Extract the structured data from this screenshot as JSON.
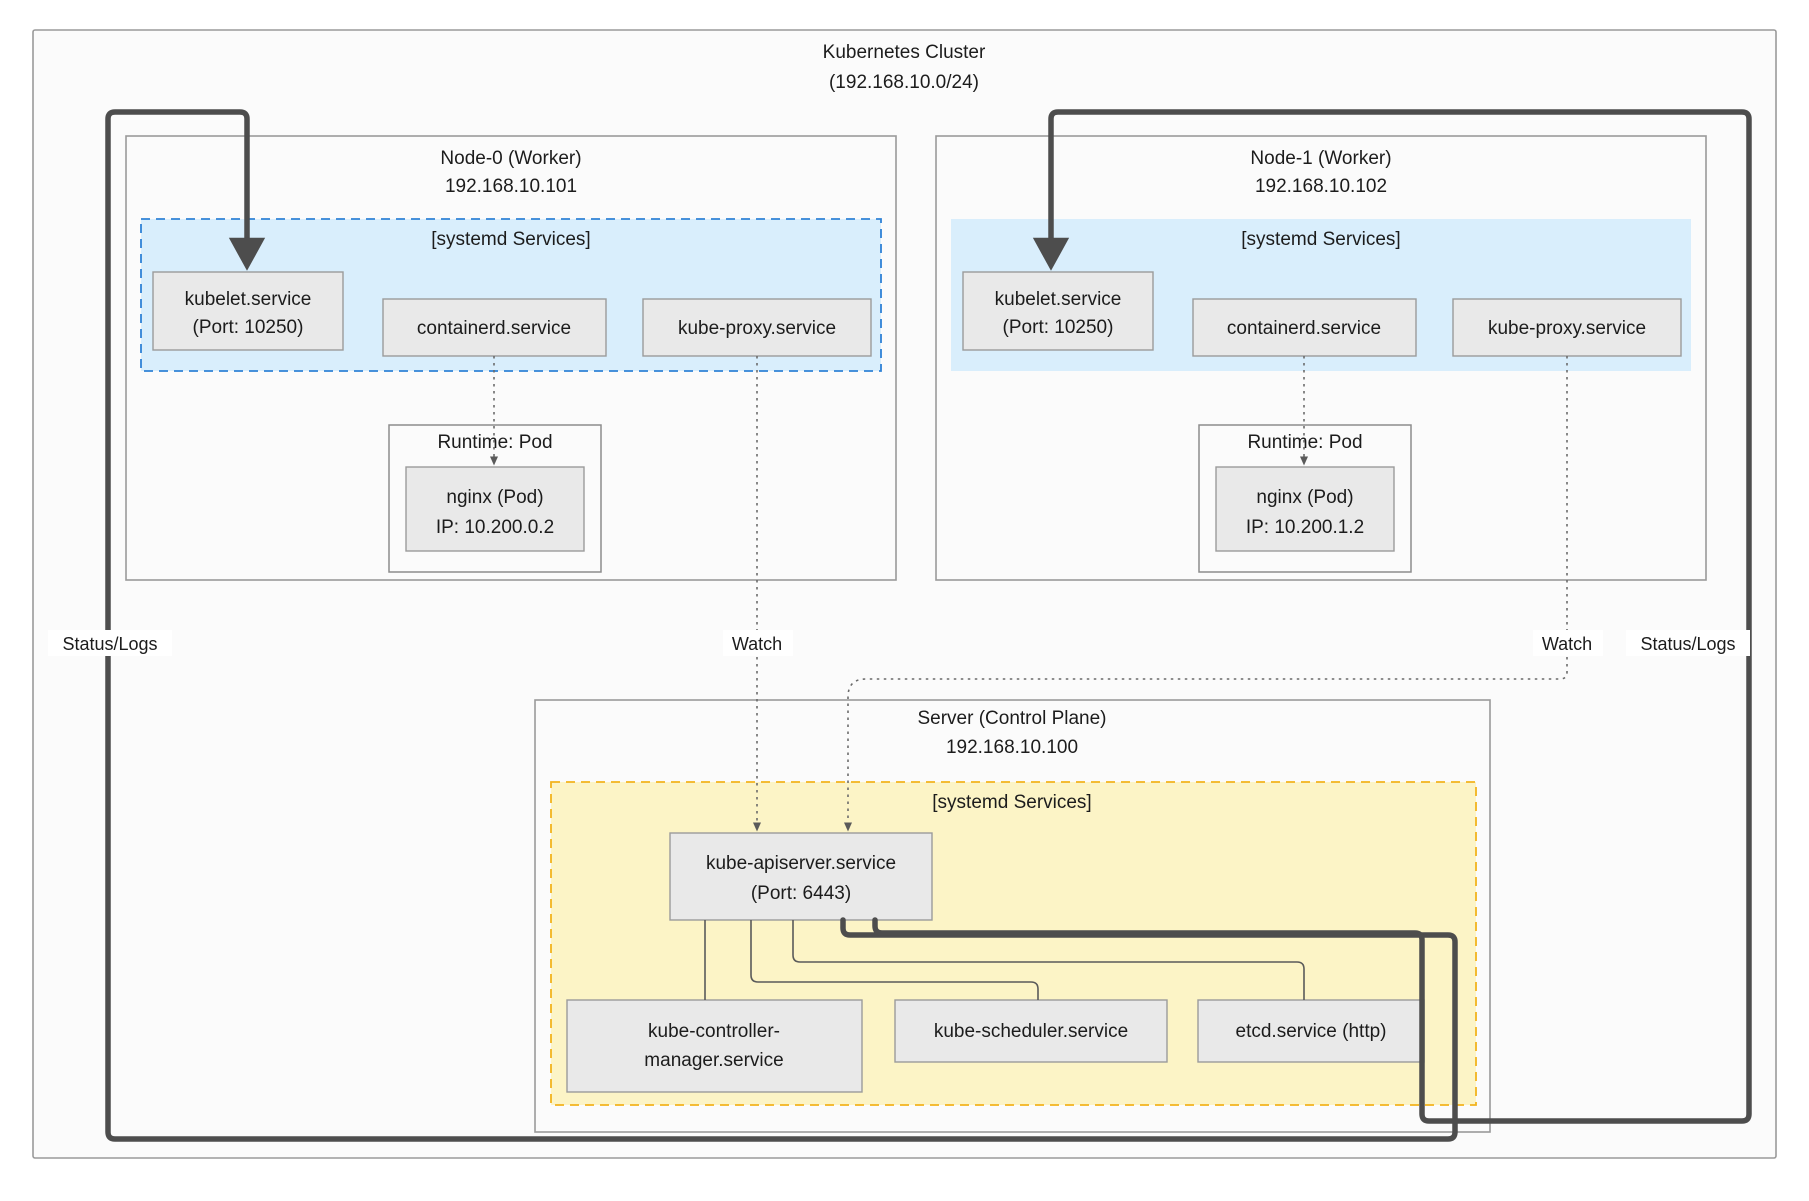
{
  "cluster": {
    "title": "Kubernetes Cluster",
    "subtitle": "(192.168.10.0/24)"
  },
  "nodes": [
    {
      "id": "node-0",
      "title": "Node-0 (Worker)",
      "ip": "192.168.10.101",
      "systemd_label": "[systemd Services]",
      "systemd_border": "dashed",
      "systemd_color": "#d9eefc",
      "services": [
        {
          "name": "kubelet.service",
          "detail": "(Port: 10250)"
        },
        {
          "name": "containerd.service",
          "detail": ""
        },
        {
          "name": "kube-proxy.service",
          "detail": ""
        }
      ],
      "runtime": {
        "title": "Runtime: Pod",
        "pod_name": "nginx (Pod)",
        "pod_ip": "IP: 10.200.0.2"
      }
    },
    {
      "id": "node-1",
      "title": "Node-1 (Worker)",
      "ip": "192.168.10.102",
      "systemd_label": "[systemd Services]",
      "systemd_border": "none",
      "systemd_color": "#d9eefc",
      "services": [
        {
          "name": "kubelet.service",
          "detail": "(Port: 10250)"
        },
        {
          "name": "containerd.service",
          "detail": ""
        },
        {
          "name": "kube-proxy.service",
          "detail": ""
        }
      ],
      "runtime": {
        "title": "Runtime: Pod",
        "pod_name": "nginx (Pod)",
        "pod_ip": "IP: 10.200.1.2"
      }
    }
  ],
  "control_plane": {
    "title": "Server (Control Plane)",
    "ip": "192.168.10.100",
    "systemd_label": "[systemd Services]",
    "systemd_color": "#fcf4c6",
    "apiserver": {
      "name": "kube-apiserver.service",
      "detail": "(Port: 6443)"
    },
    "services": [
      {
        "name_line1": "kube-controller-",
        "name_line2": "manager.service"
      },
      {
        "name_line1": "kube-scheduler.service",
        "name_line2": ""
      },
      {
        "name_line1": "etcd.service (http)",
        "name_line2": ""
      }
    ]
  },
  "edges": {
    "watch_left": "Watch",
    "watch_right": "Watch",
    "status_logs_left": "Status/Logs",
    "status_logs_right": "Status/Logs"
  },
  "colors": {
    "systemd_worker": "#d9eefc",
    "systemd_worker_border": "#2f82d6",
    "systemd_control": "#fcf4c6",
    "systemd_control_border": "#f2b31d",
    "service_box": "#e9e9e9",
    "link_thick": "#4d4d4d",
    "link_thin": "#5a5a5a"
  }
}
